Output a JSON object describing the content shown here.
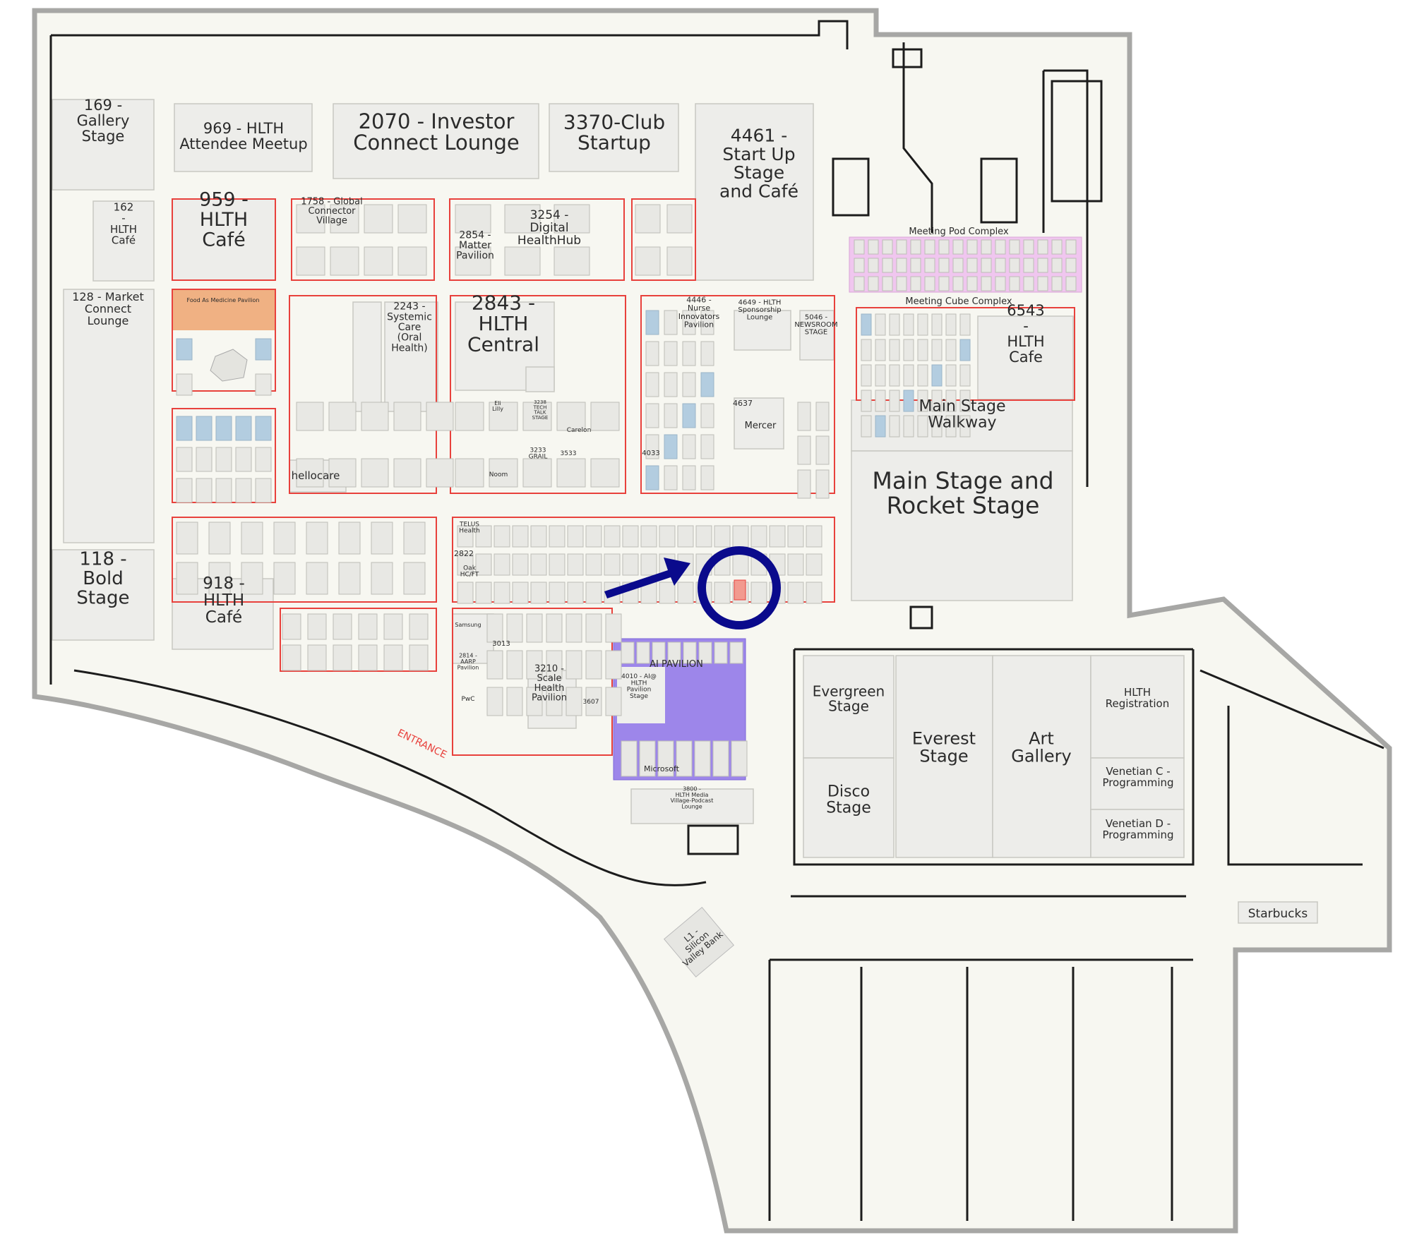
{
  "colors": {
    "floor": "#f7f7f1",
    "outline": "#a7a7a5",
    "room": "#ededea",
    "exhibit_border": "#e8413c",
    "meeting_pod": "#f0c6ef",
    "food_pavilion": "#f0b183",
    "ai_pavilion": "#9d86ea",
    "marker": "#0a0a8c",
    "entrance_text": "#e8413c"
  },
  "highlight": {
    "icon": "circle-marker-icon",
    "pointer": "arrow-right-icon"
  },
  "labels": {
    "gallery_stage": [
      "169 -",
      "Gallery",
      "Stage"
    ],
    "attendee_meetup": [
      "969 - HLTH",
      "Attendee Meetup"
    ],
    "investor_lounge": [
      "2070 - Investor",
      "Connect Lounge"
    ],
    "club_startup": [
      "3370-Club",
      "Startup"
    ],
    "startup_stage": [
      "4461 -",
      "Start Up",
      "Stage",
      "and Café"
    ],
    "cafe_162": [
      "162",
      "-",
      "HLTH",
      "Café"
    ],
    "cafe_959": [
      "959 -",
      "HLTH",
      "Café"
    ],
    "global_connector": [
      "1758 - Global",
      "Connector",
      "Village"
    ],
    "matter_pavilion": [
      "2854 -",
      "Matter",
      "Pavilion"
    ],
    "digital_healthhub": [
      "3254 -",
      "Digital",
      "HealthHub"
    ],
    "market_lounge": [
      "128 - Market",
      "Connect",
      "Lounge"
    ],
    "food_medicine": [
      "Food As Medicine Pavilion"
    ],
    "systemic_care": [
      "2243 -",
      "Systemic",
      "Care",
      "(Oral",
      "Health)"
    ],
    "hlth_central": [
      "2843 -",
      "HLTH",
      "Central"
    ],
    "nurse_innovators": [
      "4446 -",
      "Nurse",
      "Innovators",
      "Pavilion"
    ],
    "sponsorship_lounge": [
      "4649 - HLTH",
      "Sponsorship",
      "Lounge"
    ],
    "newsroom_stage": [
      "5046 -",
      "NEWSROOM",
      "STAGE"
    ],
    "mercer": [
      "Mercer"
    ],
    "booth_4637": [
      "4637"
    ],
    "booth_4033": [
      "4033"
    ],
    "meeting_pod": [
      "Meeting Pod Complex"
    ],
    "meeting_cube": [
      "Meeting Cube Complex"
    ],
    "cafe_6543": [
      "6543",
      "-",
      "HLTH",
      "Cafe"
    ],
    "main_walkway": [
      "Main Stage",
      "Walkway"
    ],
    "main_stage": [
      "Main Stage and",
      "Rocket Stage"
    ],
    "hellocare": [
      "hellocare"
    ],
    "booth_3233": [
      "3233",
      "GRAIL"
    ],
    "booth_3533": [
      "3533"
    ],
    "noom": [
      "Noom"
    ],
    "carelon": [
      "Carelon"
    ],
    "tech_talk": [
      "3238",
      "TECH",
      "TALK",
      "STAGE"
    ],
    "lilly": [
      "Eli",
      "Lilly"
    ],
    "bold_stage": [
      "118 -",
      "Bold",
      "Stage"
    ],
    "cafe_918": [
      "918 -",
      "HLTH",
      "Café"
    ],
    "telus": [
      "TELUS",
      "Health"
    ],
    "booth_2822": [
      "2822"
    ],
    "oak": [
      "Oak",
      "HC/FT"
    ],
    "samsung": [
      "Samsung"
    ],
    "booth_3013": [
      "3013"
    ],
    "aarp": [
      "2814 -",
      "AARP",
      "Pavilion"
    ],
    "pwc": [
      "PwC"
    ],
    "scale_health": [
      "3210 -",
      "Scale",
      "Health",
      "Pavilion"
    ],
    "booth_3607": [
      "3607"
    ],
    "ai_pavilion": [
      "AI PAVILION"
    ],
    "ai_stage": [
      "4010 - AI@",
      "HLTH",
      "Pavilion",
      "Stage"
    ],
    "microsoft": [
      "Microsoft"
    ],
    "media_village": [
      "3800 -",
      "HLTH Media",
      "Village-Podcast",
      "Lounge"
    ],
    "entrance": [
      "ENTRANCE"
    ],
    "svb": [
      "L1 -",
      "Silicon",
      "Valley Bank"
    ],
    "evergreen": [
      "Evergreen",
      "Stage"
    ],
    "disco": [
      "Disco",
      "Stage"
    ],
    "everest": [
      "Everest",
      "Stage"
    ],
    "art_gallery": [
      "Art",
      "Gallery"
    ],
    "registration": [
      "HLTH",
      "Registration"
    ],
    "venetian_c": [
      "Venetian C -",
      "Programming"
    ],
    "venetian_d": [
      "Venetian D -",
      "Programming"
    ],
    "starbucks": [
      "Starbucks"
    ]
  }
}
